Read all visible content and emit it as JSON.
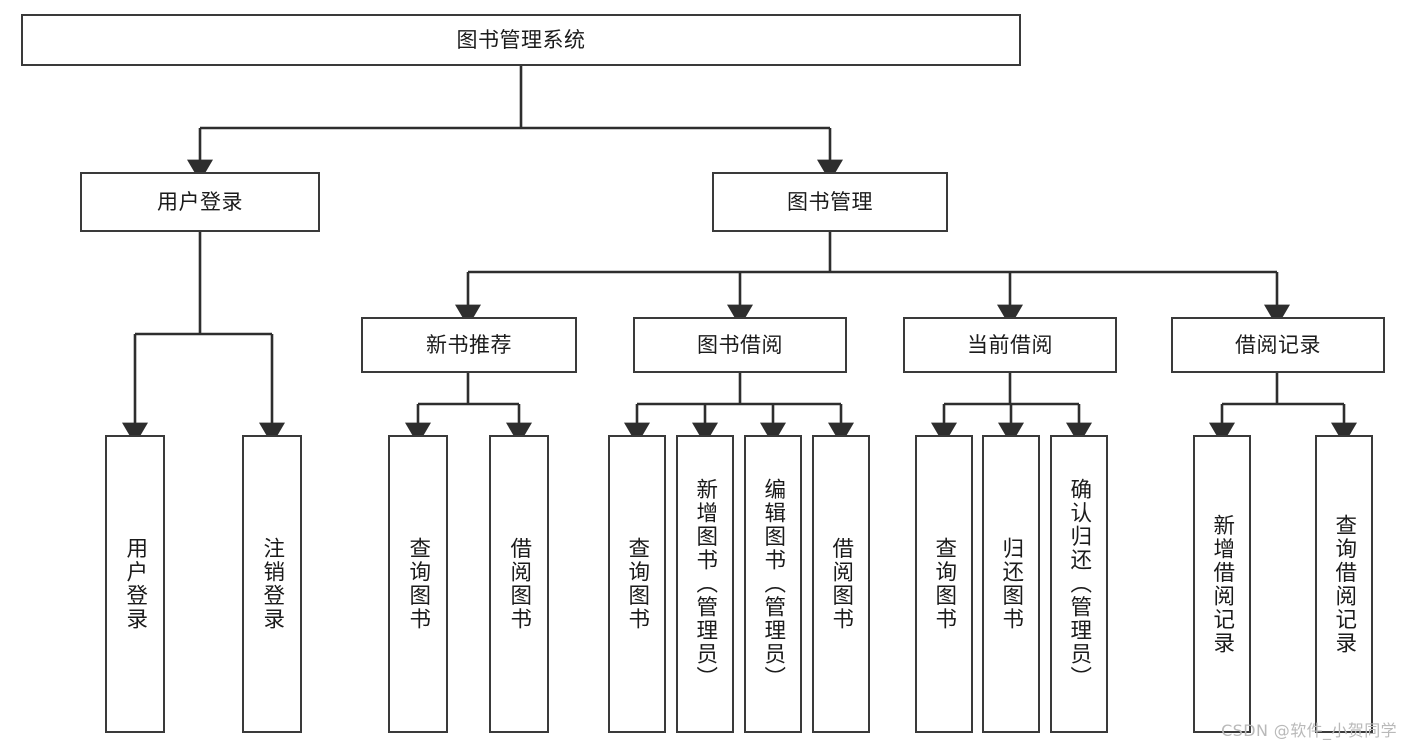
{
  "diagram": {
    "type": "tree",
    "title": "图书管理系统",
    "root": {
      "label": "图书管理系统"
    },
    "level1": [
      {
        "label": "用户登录"
      },
      {
        "label": "图书管理"
      }
    ],
    "level2": [
      {
        "label": "新书推荐"
      },
      {
        "label": "图书借阅"
      },
      {
        "label": "当前借阅"
      },
      {
        "label": "借阅记录"
      }
    ],
    "leaves": {
      "user_login": [
        {
          "label": "用户登录"
        },
        {
          "label": "注销登录"
        }
      ],
      "new_book_recommend": [
        {
          "label": "查询图书"
        },
        {
          "label": "借阅图书"
        }
      ],
      "book_borrow": [
        {
          "label": "查询图书"
        },
        {
          "label": "新增图书（管理员）"
        },
        {
          "label": "编辑图书（管理员）"
        },
        {
          "label": "借阅图书"
        }
      ],
      "current_borrow": [
        {
          "label": "查询图书"
        },
        {
          "label": "归还图书"
        },
        {
          "label": "确认归还（管理员）"
        }
      ],
      "borrow_record": [
        {
          "label": "新增借阅记录"
        },
        {
          "label": "查询借阅记录"
        }
      ]
    }
  },
  "watermark": {
    "text": "CSDN @软件_小贺同学"
  },
  "colors": {
    "box_border": "#3a3a3a",
    "edge": "#2e2e2e",
    "background": "#ffffff",
    "text": "#1b1b1b",
    "watermark": "#b9b9b9"
  }
}
